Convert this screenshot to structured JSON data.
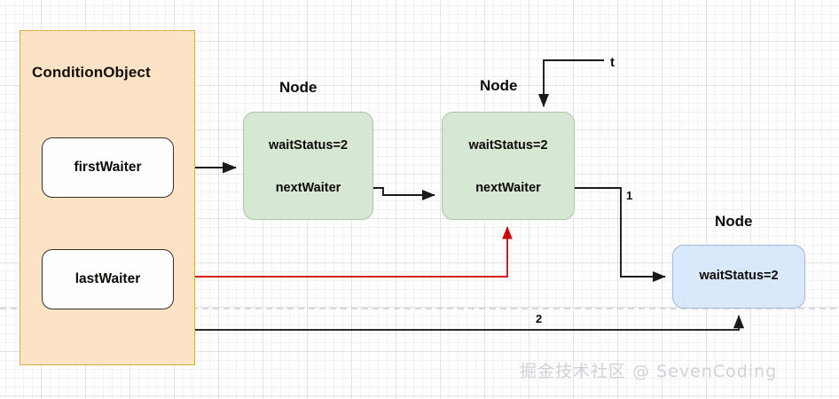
{
  "diagram": {
    "title_block": {
      "label": "ConditionObject",
      "fill": "#fce3c6",
      "stroke": "#d3b04a"
    },
    "fields": [
      {
        "name": "firstWaiter",
        "label": "firstWaiter"
      },
      {
        "name": "lastWaiter",
        "label": "lastWaiter"
      }
    ],
    "nodes": [
      {
        "caption": "Node",
        "fill": "#d6e8d3",
        "stroke": "#a9c6a4",
        "lines": {
          "status": "waitStatus=2",
          "next": "nextWaiter"
        }
      },
      {
        "caption": "Node",
        "fill": "#d6e8d3",
        "stroke": "#a9c6a4",
        "lines": {
          "status": "waitStatus=2",
          "next": "nextWaiter"
        }
      },
      {
        "caption": "Node",
        "fill": "#dae8fb",
        "stroke": "#9fb9da",
        "lines": {
          "status": "waitStatus=2"
        }
      }
    ],
    "edge_labels": {
      "t": "t",
      "one": "1",
      "two": "2"
    },
    "colors": {
      "black_edge": "#1a1a1a",
      "red_edge": "#cc0000",
      "guide_dash": "#b6b6bb"
    },
    "watermark": "掘金技术社区 @ SevenCoding"
  }
}
